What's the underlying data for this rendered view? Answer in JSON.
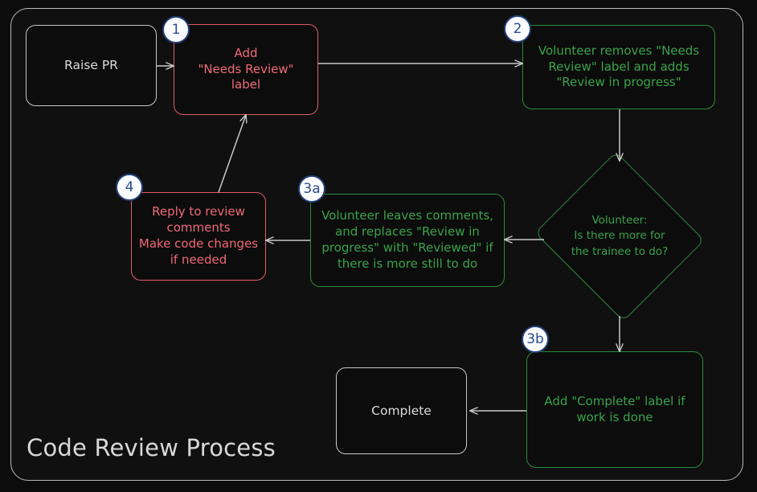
{
  "diagram": {
    "title": "Code Review Process",
    "colors": {
      "background": "#0c0c0c",
      "frame_border": "#b9b9b9",
      "plain_node": "#c8c8c8",
      "red_node": "#e05c6b",
      "green_node": "#2e8b3d",
      "edge": "#c9c9c9",
      "badge_fill": "#fbfcff",
      "badge_border": "#24407a",
      "badge_text": "#2b4c8c",
      "title_text": "#d8d8d8"
    },
    "nodes": [
      {
        "id": "raise-pr",
        "label": "Raise PR",
        "style": "plain",
        "badge": null
      },
      {
        "id": "add-label",
        "label": "Add\n\"Needs Review\"\nlabel",
        "style": "red",
        "badge": "1"
      },
      {
        "id": "volunteer-relabel",
        "label": "Volunteer removes \"Needs\nReview\" label and adds\n\"Review in progress\"",
        "style": "green",
        "badge": "2"
      },
      {
        "id": "decision",
        "label": "Volunteer:\nIs there more for\nthe trainee to do?",
        "style": "green-diamond",
        "badge": null
      },
      {
        "id": "volunteer-comments",
        "label": "Volunteer leaves comments,\nand replaces \"Review in\nprogress\" with \"Reviewed\" if\nthere is more still to do",
        "style": "green",
        "badge": "3a"
      },
      {
        "id": "reply-comments",
        "label": "Reply to review\ncomments\nMake code changes\nif needed",
        "style": "red",
        "badge": "4"
      },
      {
        "id": "add-complete",
        "label": "Add \"Complete\" label if\nwork is done",
        "style": "green",
        "badge": "3b"
      },
      {
        "id": "complete",
        "label": "Complete",
        "style": "plain",
        "badge": null
      }
    ],
    "edges": [
      {
        "from": "raise-pr",
        "to": "add-label"
      },
      {
        "from": "add-label",
        "to": "volunteer-relabel"
      },
      {
        "from": "volunteer-relabel",
        "to": "decision"
      },
      {
        "from": "decision",
        "to": "volunteer-comments"
      },
      {
        "from": "volunteer-comments",
        "to": "reply-comments"
      },
      {
        "from": "reply-comments",
        "to": "add-label"
      },
      {
        "from": "decision",
        "to": "add-complete"
      },
      {
        "from": "add-complete",
        "to": "complete"
      }
    ]
  }
}
